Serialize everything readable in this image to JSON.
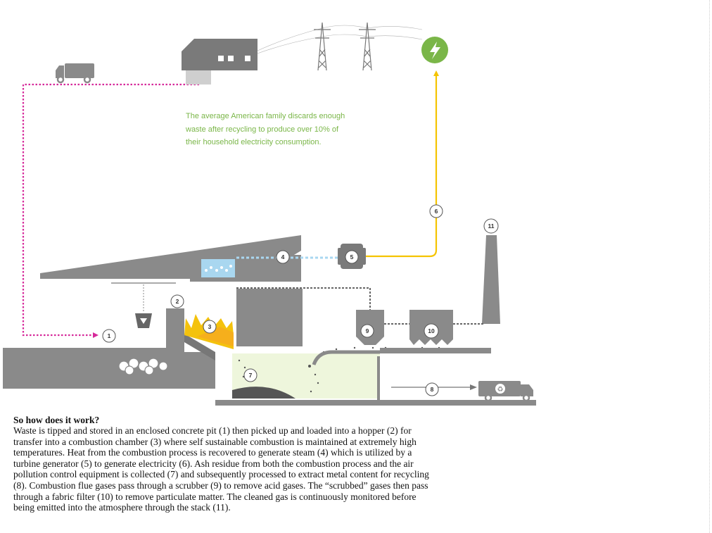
{
  "callout": {
    "lines": [
      "The average American family discards enough",
      "waste after recycling to produce over 10% of",
      "their household electricity consumption."
    ]
  },
  "steps": [
    "1",
    "2",
    "3",
    "4",
    "5",
    "6",
    "7",
    "8",
    "9",
    "10",
    "11"
  ],
  "caption": {
    "heading": "So how does it work?",
    "lines": [
      "Waste is tipped and stored in an enclosed concrete pit (1) then picked up and loaded into a hopper (2) for",
      "transfer into a combustion chamber (3) where self sustainable combustion is maintained at extremely high",
      "temperatures. Heat from the combustion process is recovered to generate steam (4) which is utilized by a",
      "turbine generator (5) to generate electricity (6). Ash residue from both the combustion process and the air",
      "pollution control equipment is collected (7) and subsequently processed to extract metal content for recycling",
      "(8). Combustion flue gases pass through a scrubber (9) to remove acid gases. The “scrubbed” gases then pass",
      "through a fabric filter (10) to remove particulate matter. The cleaned gas is continuously monitored before",
      "being emitted into the atmosphere through the stack (11)."
    ]
  },
  "icons": [
    "garbage-truck-icon",
    "house-icon",
    "power-tower-icon",
    "lightning-icon",
    "recycling-truck-icon",
    "trash-bags-icon",
    "flame-icon",
    "water-droplets-icon"
  ],
  "colors": {
    "plant_gray": "#8a8a8a",
    "dark_gray": "#666666",
    "magenta_path": "#d6299a",
    "yellow_path": "#f5c400",
    "green_accent": "#7ab648",
    "ash_fill": "#eef6dc",
    "steam_blue": "#a9d7f0"
  }
}
